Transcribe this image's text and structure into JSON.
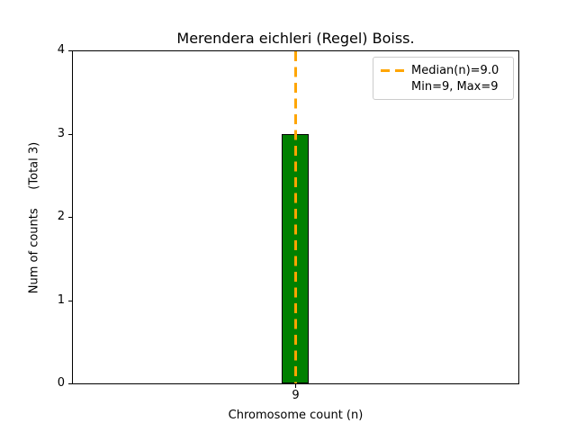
{
  "chart_data": {
    "type": "bar",
    "title": "Merendera eichleri (Regel) Boiss.",
    "xlabel": "Chromosome count (n)",
    "ylabel": "Num of counts     (Total 3)",
    "categories": [
      "9"
    ],
    "values": [
      3
    ],
    "total_counts": 3,
    "ylim": [
      0,
      4
    ],
    "yticks": [
      "0",
      "1",
      "2",
      "3",
      "4"
    ],
    "xticks": [
      "9"
    ],
    "median": 9.0,
    "min": 9,
    "max": 9,
    "bar_color": "#008000",
    "bar_edge_color": "#000000",
    "median_line_color": "#FFA500",
    "legend_position": "upper right",
    "grid": false,
    "legend": [
      "Median(n)=9.0",
      "Min=9, Max=9"
    ]
  }
}
